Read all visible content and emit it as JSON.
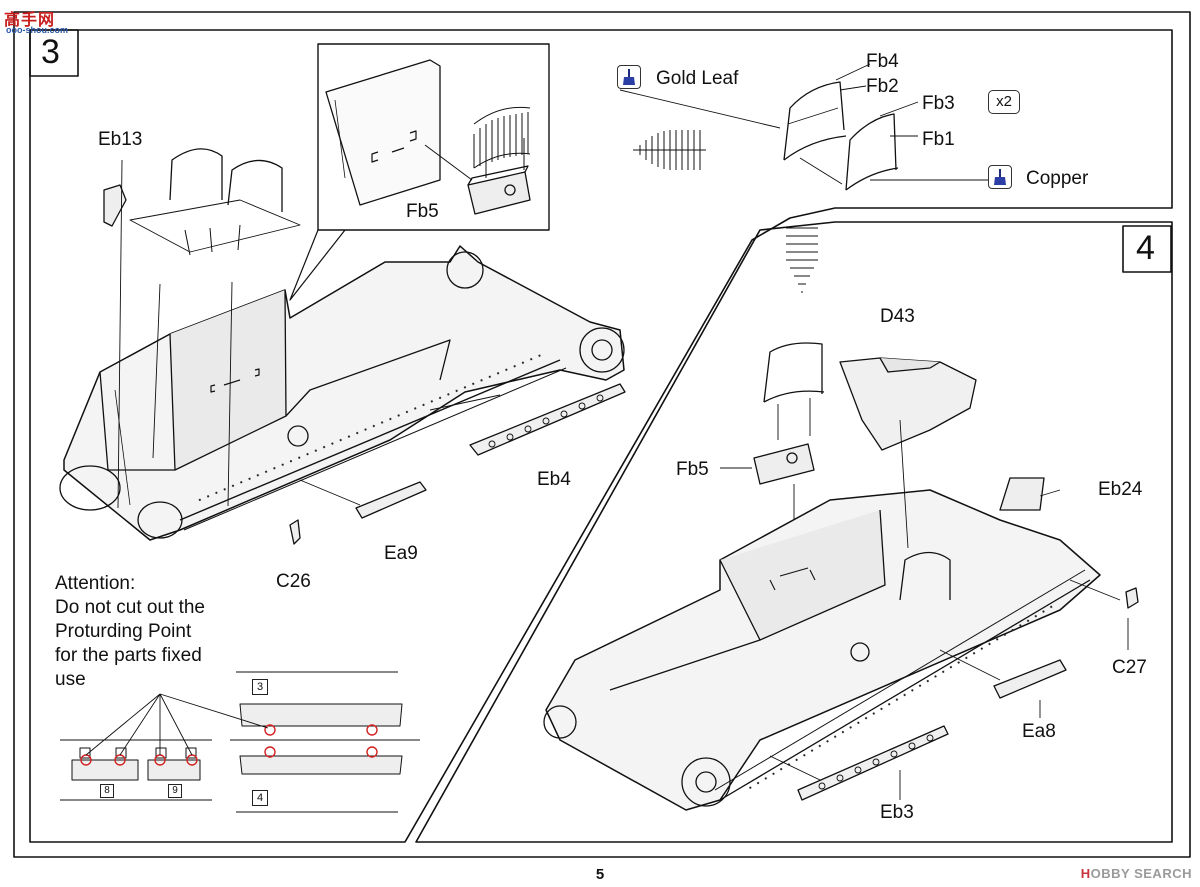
{
  "watermark_top": {
    "main": "高手网",
    "sub": "ooo-shou.com"
  },
  "watermark_bottom": {
    "brand_icon": "hobby-search-logo",
    "text_a": "H",
    "text_b": "OBBY SEARCH"
  },
  "page_number": "5",
  "step3": {
    "number": "3",
    "labels": {
      "eb13": "Eb13",
      "fb5": "Fb5",
      "eb4": "Eb4",
      "ea9": "Ea9",
      "c26": "C26"
    },
    "attention": [
      "Attention:",
      "Do not cut out the",
      "Proturding Point",
      "for the parts fixed",
      "use"
    ],
    "sprue_tags": {
      "s3": "3",
      "s4": "4",
      "s8": "8",
      "s9": "9"
    }
  },
  "subassembly": {
    "gold_leaf": "Gold Leaf",
    "copper": "Copper",
    "fb4": "Fb4",
    "fb2": "Fb2",
    "fb3": "Fb3",
    "fb1": "Fb1",
    "multiplier": "x2",
    "paint_icon": "paintbrush-icon"
  },
  "step4": {
    "number": "4",
    "labels": {
      "d43": "D43",
      "fb5": "Fb5",
      "eb24": "Eb24",
      "c27": "C27",
      "ea8": "Ea8",
      "eb3": "Eb3"
    }
  },
  "colors": {
    "line": "#111111",
    "panel": "#f2f2f2",
    "watermark_red": "#c81e1e",
    "highlight_red": "#d22222"
  }
}
